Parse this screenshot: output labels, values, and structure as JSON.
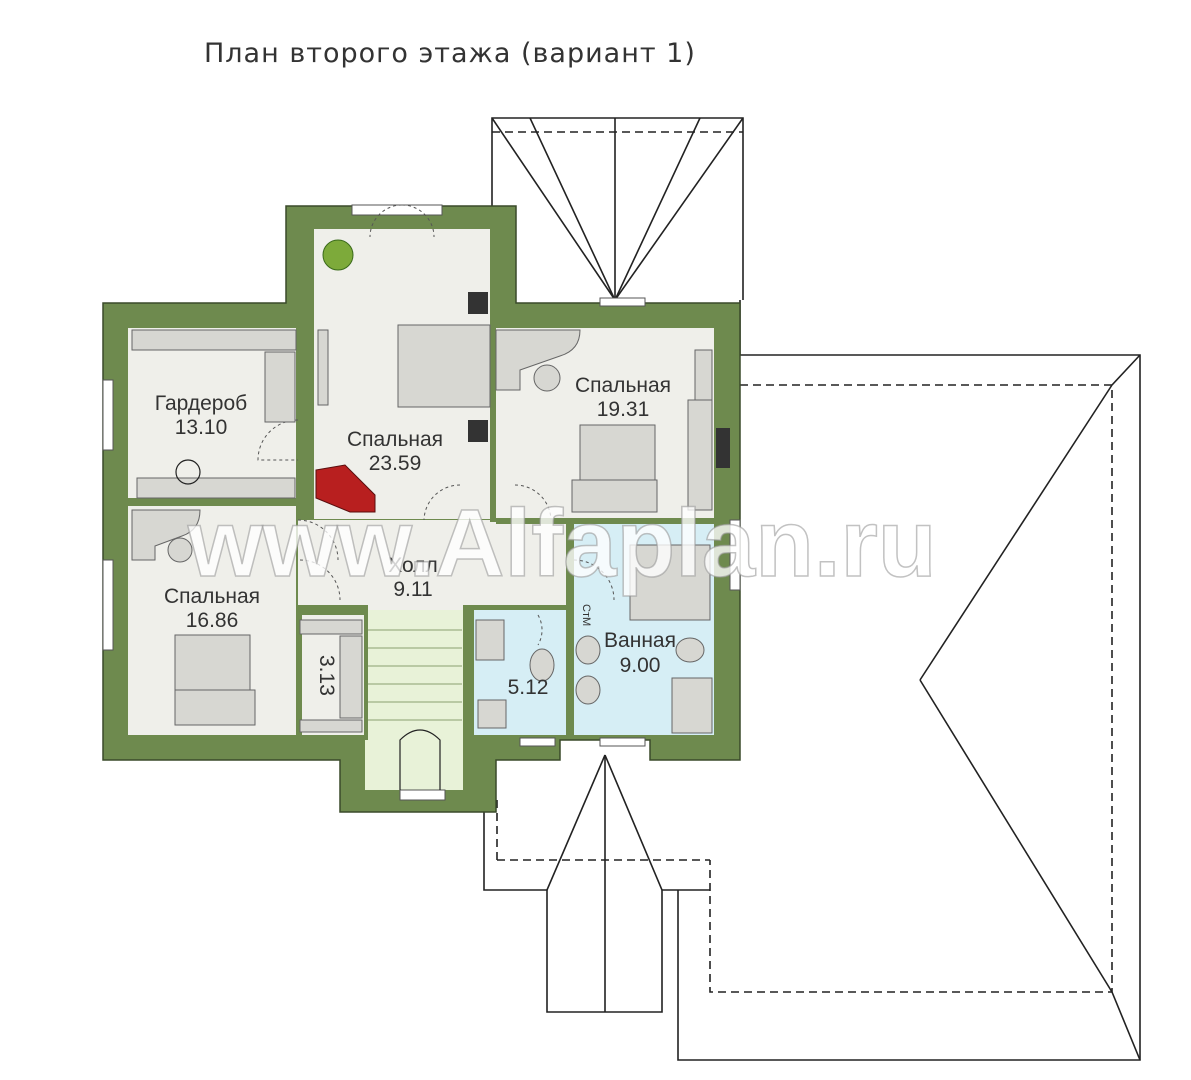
{
  "title": "План второго этажа (вариант 1)",
  "watermark": "www.Alfaplan.ru",
  "rooms": [
    {
      "name": "Гардероб",
      "area": "13.10"
    },
    {
      "name": "Спальная",
      "area": "23.59"
    },
    {
      "name": "Спальная",
      "area": "19.31"
    },
    {
      "name": "Спальная",
      "area": "16.86"
    },
    {
      "name": "Холл",
      "area": "9.11"
    },
    {
      "name": "",
      "area": "3.13"
    },
    {
      "name": "",
      "area": "5.12"
    },
    {
      "name": "Ванная",
      "area": "9.00"
    }
  ],
  "labels": {
    "stm": "СтМ"
  },
  "colors": {
    "wall": "#6e8a4e",
    "floor": "#efefea",
    "bathroom": "#d6eef5",
    "stair": "#e8f2d8",
    "fireplace": "#b81f1f"
  }
}
